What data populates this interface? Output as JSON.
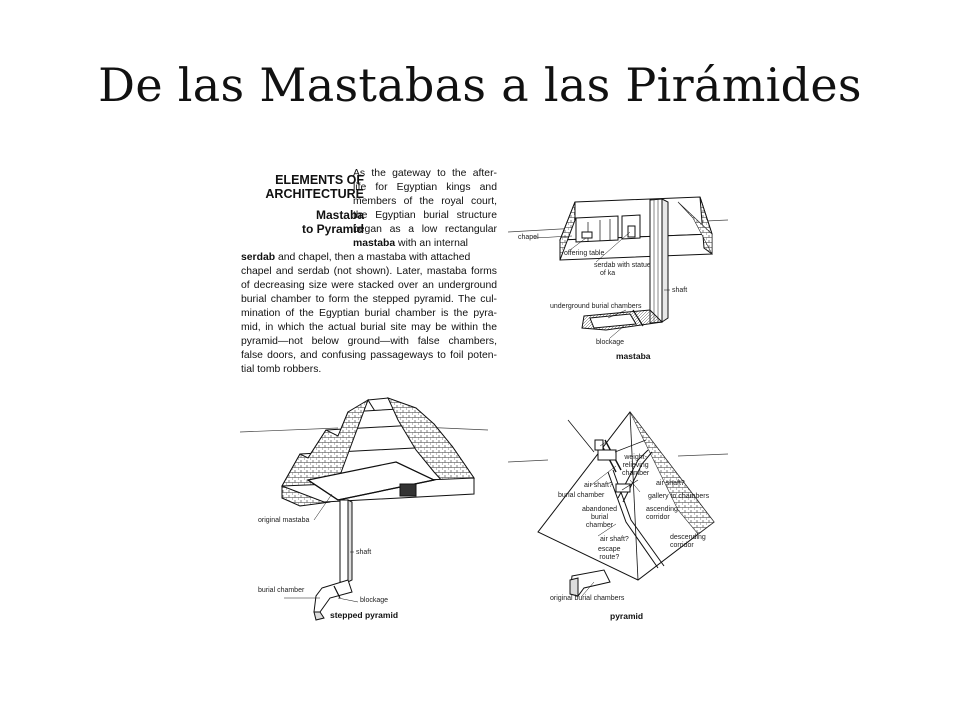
{
  "slide": {
    "title": "De las Mastabas a las Pirámides"
  },
  "sidebar_text": {
    "heading_line1": "ELEMENTS OF",
    "heading_line2": "ARCHITECTURE",
    "sub_line1": "Mastaba",
    "sub_line2": "to Pyramid",
    "top_lines": [
      "As the gateway to the after-",
      "life for Egyptian kings and",
      "members of the royal court,",
      "the Egyptian burial structure",
      "began as a low rectangular"
    ],
    "mastaba_kw": "mastaba",
    "mastaba_rest": " with an internal",
    "serdab_kw": "serdab",
    "chapel_line_rest": " and chapel, then a mastaba with attached",
    "bottom_lines": [
      "chapel and serdab (not shown). Later, mastaba forms",
      "of decreasing size were stacked over an underground",
      "burial chamber to form the stepped pyramid. The cul-",
      "mination of the Egyptian burial chamber is the pyra-",
      "mid, in which the actual burial site may be within the",
      "pyramid—not below ground—with false chambers,",
      "false doors, and confusing passageways to foil poten-",
      "tial tomb robbers."
    ]
  },
  "diagrams": {
    "mastaba": {
      "caption": "mastaba",
      "labels": {
        "chapel": "chapel",
        "offering_table": "offering table",
        "serdab1": "serdab with statue",
        "serdab2": "of ka",
        "shaft": "shaft",
        "burial": "underground burial chambers",
        "blockage": "blockage"
      }
    },
    "stepped": {
      "caption": "stepped pyramid",
      "labels": {
        "original": "original mastaba",
        "shaft": "shaft",
        "burial": "burial chamber",
        "blockage": "blockage"
      }
    },
    "pyramid": {
      "caption": "pyramid",
      "labels": {
        "weight1": "weight-",
        "weight2": "relieving",
        "weight3": "chamber",
        "air1": "air shaft?",
        "air2": "air shaft?",
        "burial": "burial chamber",
        "gallery": "gallery to chambers",
        "abandoned1": "abandoned",
        "abandoned2": "burial",
        "abandoned3": "chamber",
        "ascending1": "ascending",
        "ascending2": "corridor",
        "air3": "air shaft?",
        "escape1": "escape",
        "escape2": "route?",
        "descending1": "descending",
        "descending2": "corridor",
        "original": "original burial chambers"
      }
    }
  }
}
